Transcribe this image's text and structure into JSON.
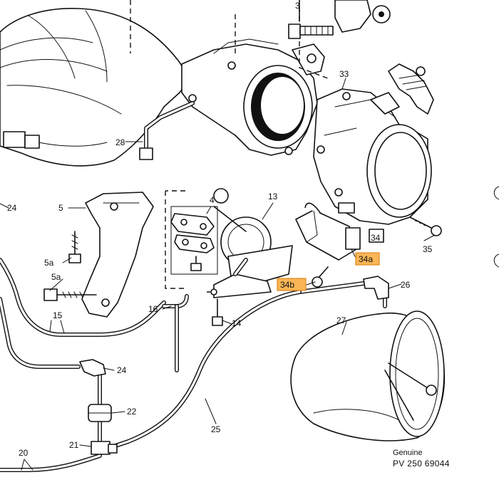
{
  "callouts": {
    "c3": "3",
    "c4": "4",
    "c5": "5",
    "c5a_1": "5a",
    "c5a_2": "5a",
    "c13": "13",
    "c14": "14",
    "c15": "15",
    "c16": "16",
    "c20": "20",
    "c21": "21",
    "c22": "22",
    "c24_left": "24",
    "c24_mid": "24",
    "c25": "25",
    "c26": "26",
    "c27": "27",
    "c28": "28",
    "c33": "33",
    "c34": "34",
    "c34a": "34a",
    "c34b": "34b",
    "c35": "35"
  },
  "highlight_color": "#f9b556",
  "footer": {
    "brand": "Genuine",
    "part_number": "PV 250 69044"
  }
}
